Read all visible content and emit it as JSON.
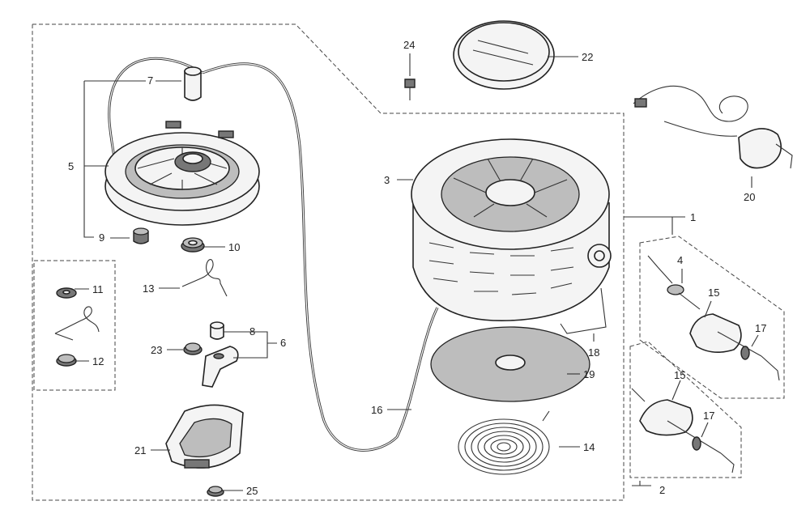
{
  "parts": [
    {
      "id": "p1",
      "label": "1"
    },
    {
      "id": "p2",
      "label": "2"
    },
    {
      "id": "p3",
      "label": "3"
    },
    {
      "id": "p4",
      "label": "4"
    },
    {
      "id": "p5",
      "label": "5"
    },
    {
      "id": "p6",
      "label": "6"
    },
    {
      "id": "p7",
      "label": "7"
    },
    {
      "id": "p8",
      "label": "8"
    },
    {
      "id": "p9",
      "label": "9"
    },
    {
      "id": "p10",
      "label": "10"
    },
    {
      "id": "p11",
      "label": "11"
    },
    {
      "id": "p12",
      "label": "12"
    },
    {
      "id": "p13",
      "label": "13"
    },
    {
      "id": "p14",
      "label": "14"
    },
    {
      "id": "p15a",
      "label": "15"
    },
    {
      "id": "p15b",
      "label": "15"
    },
    {
      "id": "p16",
      "label": "16"
    },
    {
      "id": "p17a",
      "label": "17"
    },
    {
      "id": "p17b",
      "label": "17"
    },
    {
      "id": "p18",
      "label": "18"
    },
    {
      "id": "p19",
      "label": "19"
    },
    {
      "id": "p20",
      "label": "20"
    },
    {
      "id": "p21",
      "label": "21"
    },
    {
      "id": "p22",
      "label": "22"
    },
    {
      "id": "p23",
      "label": "23"
    },
    {
      "id": "p24",
      "label": "24"
    },
    {
      "id": "p25",
      "label": "25"
    }
  ]
}
